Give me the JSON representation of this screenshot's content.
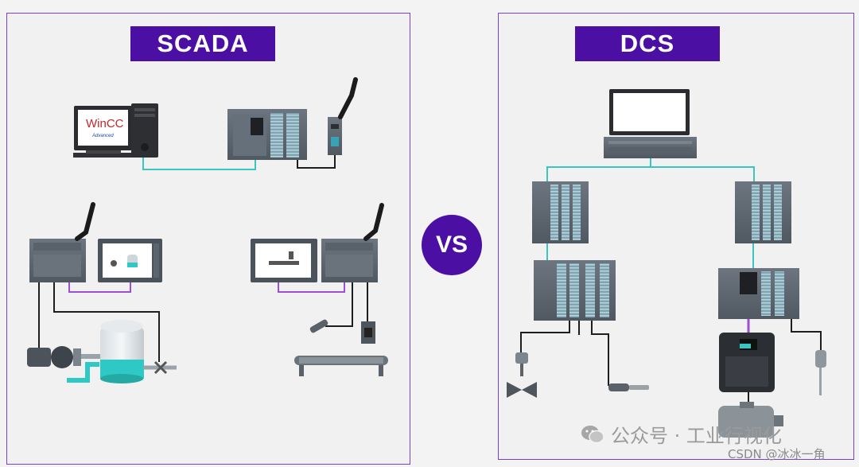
{
  "left_title": "SCADA",
  "right_title": "DCS",
  "vs_label": "VS",
  "wincc_logo_text": "WinCC",
  "wincc_logo_sub": "Advanced",
  "watermark_account": "公众号 · 工业行视化",
  "watermark_csdn": "CSDN @冰冰一角",
  "colors": {
    "accent_purple": "#4c0fa3",
    "frame_purple": "#7b3fd1",
    "network_teal": "#3bc4c0",
    "link_purple": "#9b4fd6",
    "device_gray": "#5f6771",
    "cable_black": "#1e1e1e",
    "tank_teal": "#2ec9c4"
  },
  "icons": [
    "monitor-icon",
    "pc-tower-icon",
    "plc-icon",
    "router-icon",
    "antenna-icon",
    "hmi-panel-icon",
    "tank-icon",
    "pump-icon",
    "valve-icon",
    "conveyor-icon",
    "sensor-icon",
    "drive-icon",
    "motor-icon",
    "temperature-probe-icon",
    "wechat-icon"
  ]
}
